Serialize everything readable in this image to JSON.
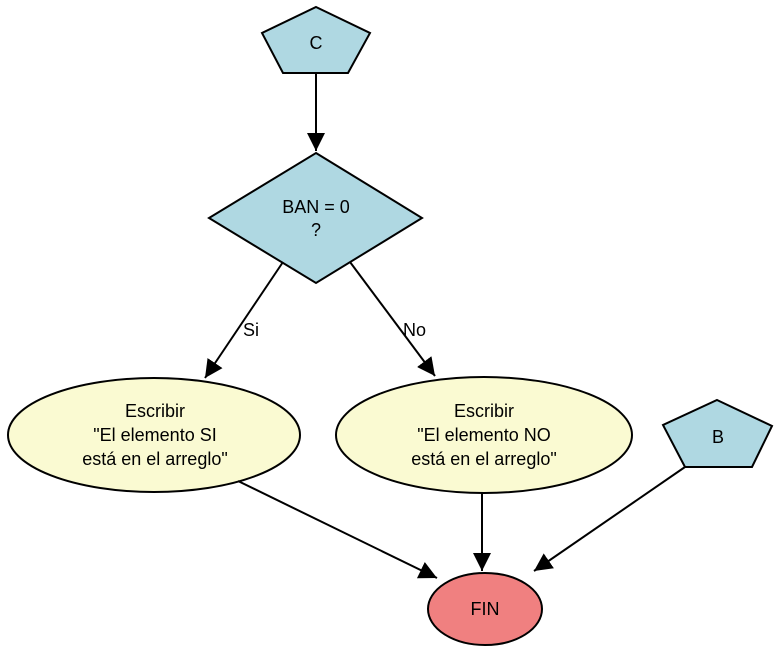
{
  "diagram": {
    "type": "flowchart",
    "language": "es"
  },
  "colors": {
    "connector_fill": "#afd8e2",
    "decision_fill": "#afd8e2",
    "process_fill": "#fafad2",
    "terminator_fill": "#f08080",
    "stroke": "#000000",
    "background": "#ffffff"
  },
  "nodes": {
    "connector_c": {
      "label": "C"
    },
    "decision_ban": {
      "line1": "BAN = 0",
      "line2": "?"
    },
    "write_si": {
      "line1": "Escribir",
      "line2": "\"El elemento SI",
      "line3": "está en el arreglo\""
    },
    "write_no": {
      "line1": "Escribir",
      "line2": "\"El elemento NO",
      "line3": "está en el arreglo\""
    },
    "connector_b": {
      "label": "B"
    },
    "end_fin": {
      "label": "FIN"
    }
  },
  "edges": {
    "decision_yes": {
      "label": "Si"
    },
    "decision_no": {
      "label": "No"
    }
  }
}
